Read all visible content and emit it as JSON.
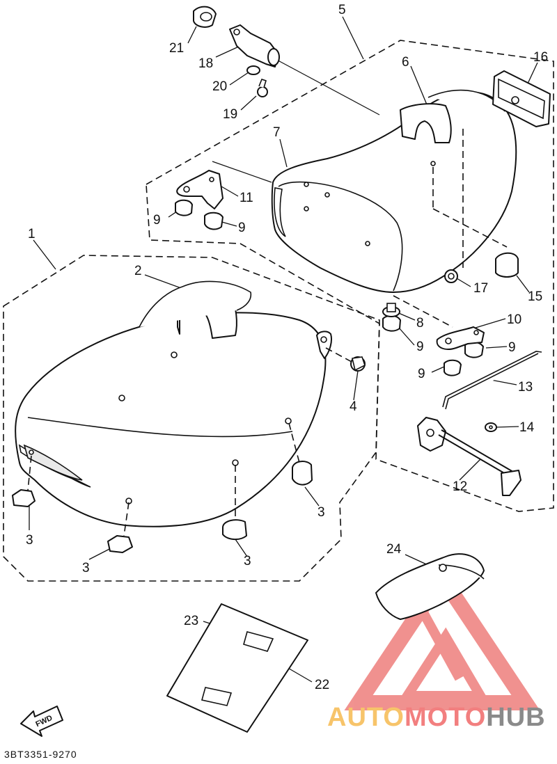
{
  "diagram": {
    "code": "3BT3351-9270",
    "brand": {
      "part1": "AUTO",
      "part2": "MOTO",
      "part3": "HUB"
    },
    "fwd_label": "FWD",
    "callouts": [
      {
        "id": "c1",
        "text": "1"
      },
      {
        "id": "c2",
        "text": "2"
      },
      {
        "id": "c3a",
        "text": "3"
      },
      {
        "id": "c3b",
        "text": "3"
      },
      {
        "id": "c3c",
        "text": "3"
      },
      {
        "id": "c3d",
        "text": "3"
      },
      {
        "id": "c4",
        "text": "4"
      },
      {
        "id": "c5",
        "text": "5"
      },
      {
        "id": "c6",
        "text": "6"
      },
      {
        "id": "c7",
        "text": "7"
      },
      {
        "id": "c8",
        "text": "8"
      },
      {
        "id": "c9a",
        "text": "9"
      },
      {
        "id": "c9b",
        "text": "9"
      },
      {
        "id": "c9c",
        "text": "9"
      },
      {
        "id": "c9d",
        "text": "9"
      },
      {
        "id": "c9e",
        "text": "9"
      },
      {
        "id": "c10",
        "text": "10"
      },
      {
        "id": "c11",
        "text": "11"
      },
      {
        "id": "c12",
        "text": "12"
      },
      {
        "id": "c13",
        "text": "13"
      },
      {
        "id": "c14",
        "text": "14"
      },
      {
        "id": "c15",
        "text": "15"
      },
      {
        "id": "c16",
        "text": "16"
      },
      {
        "id": "c17",
        "text": "17"
      },
      {
        "id": "c18",
        "text": "18"
      },
      {
        "id": "c19",
        "text": "19"
      },
      {
        "id": "c20",
        "text": "20"
      },
      {
        "id": "c21",
        "text": "21"
      },
      {
        "id": "c22",
        "text": "22"
      },
      {
        "id": "c23",
        "text": "23"
      },
      {
        "id": "c24",
        "text": "24"
      }
    ]
  }
}
